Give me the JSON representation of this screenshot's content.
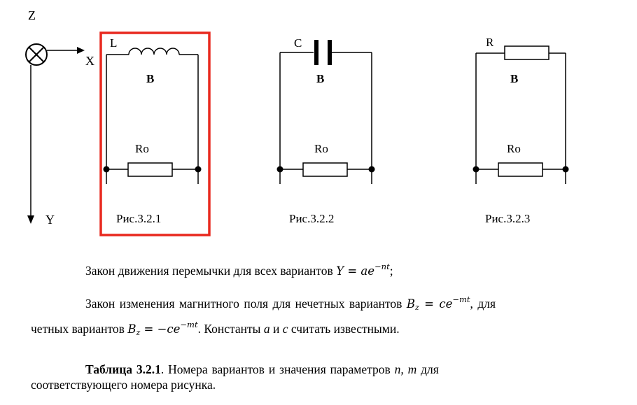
{
  "axes": {
    "z_label": "Z",
    "x_label": "X",
    "y_label": "Y"
  },
  "circuits": [
    {
      "element_label": "L",
      "field_label": "B",
      "resistor_label": "Ro",
      "caption": "Рис.3.2.1",
      "highlighted": true
    },
    {
      "element_label": "C",
      "field_label": "B",
      "resistor_label": "Ro",
      "caption": "Рис.3.2.2",
      "highlighted": false
    },
    {
      "element_label": "R",
      "field_label": "B",
      "resistor_label": "Ro",
      "caption": "Рис.3.2.3",
      "highlighted": false
    }
  ],
  "colors": {
    "highlight": "#e8281e",
    "ink": "#000000"
  },
  "paragraphs": {
    "p1_text": "Закон движения перемычки для всех вариантов ",
    "p1_formula_var": "Y",
    "p1_formula_rest": " = ae",
    "p1_exponent": "−nt",
    "p1_end": ";",
    "p2_text": "Закон изменения магнитного поля для нечетных  вариантов ",
    "p2_formula_var": "B",
    "p2_formula_sub": "z",
    "p2_formula_rest": " = ce",
    "p2_exponent": "−mt",
    "p2_end": ", для",
    "p3_text": "четных  вариантов ",
    "p3_formula_var": "B",
    "p3_formula_sub": "z",
    "p3_formula_rest": " = −ce",
    "p3_exponent": "−mt",
    "p3_end_a": ". Константы ",
    "p3_const_a": "a",
    "p3_end_b": " и ",
    "p3_const_c": "c",
    "p3_end_c": " считать известными."
  },
  "table_caption": {
    "bold": "Таблица 3.2.1",
    "text": ". Номера    вариантов и значения параметров    ",
    "params": "n,  m",
    "text_end": " для",
    "line2": "соответствующего номера рисунка."
  }
}
